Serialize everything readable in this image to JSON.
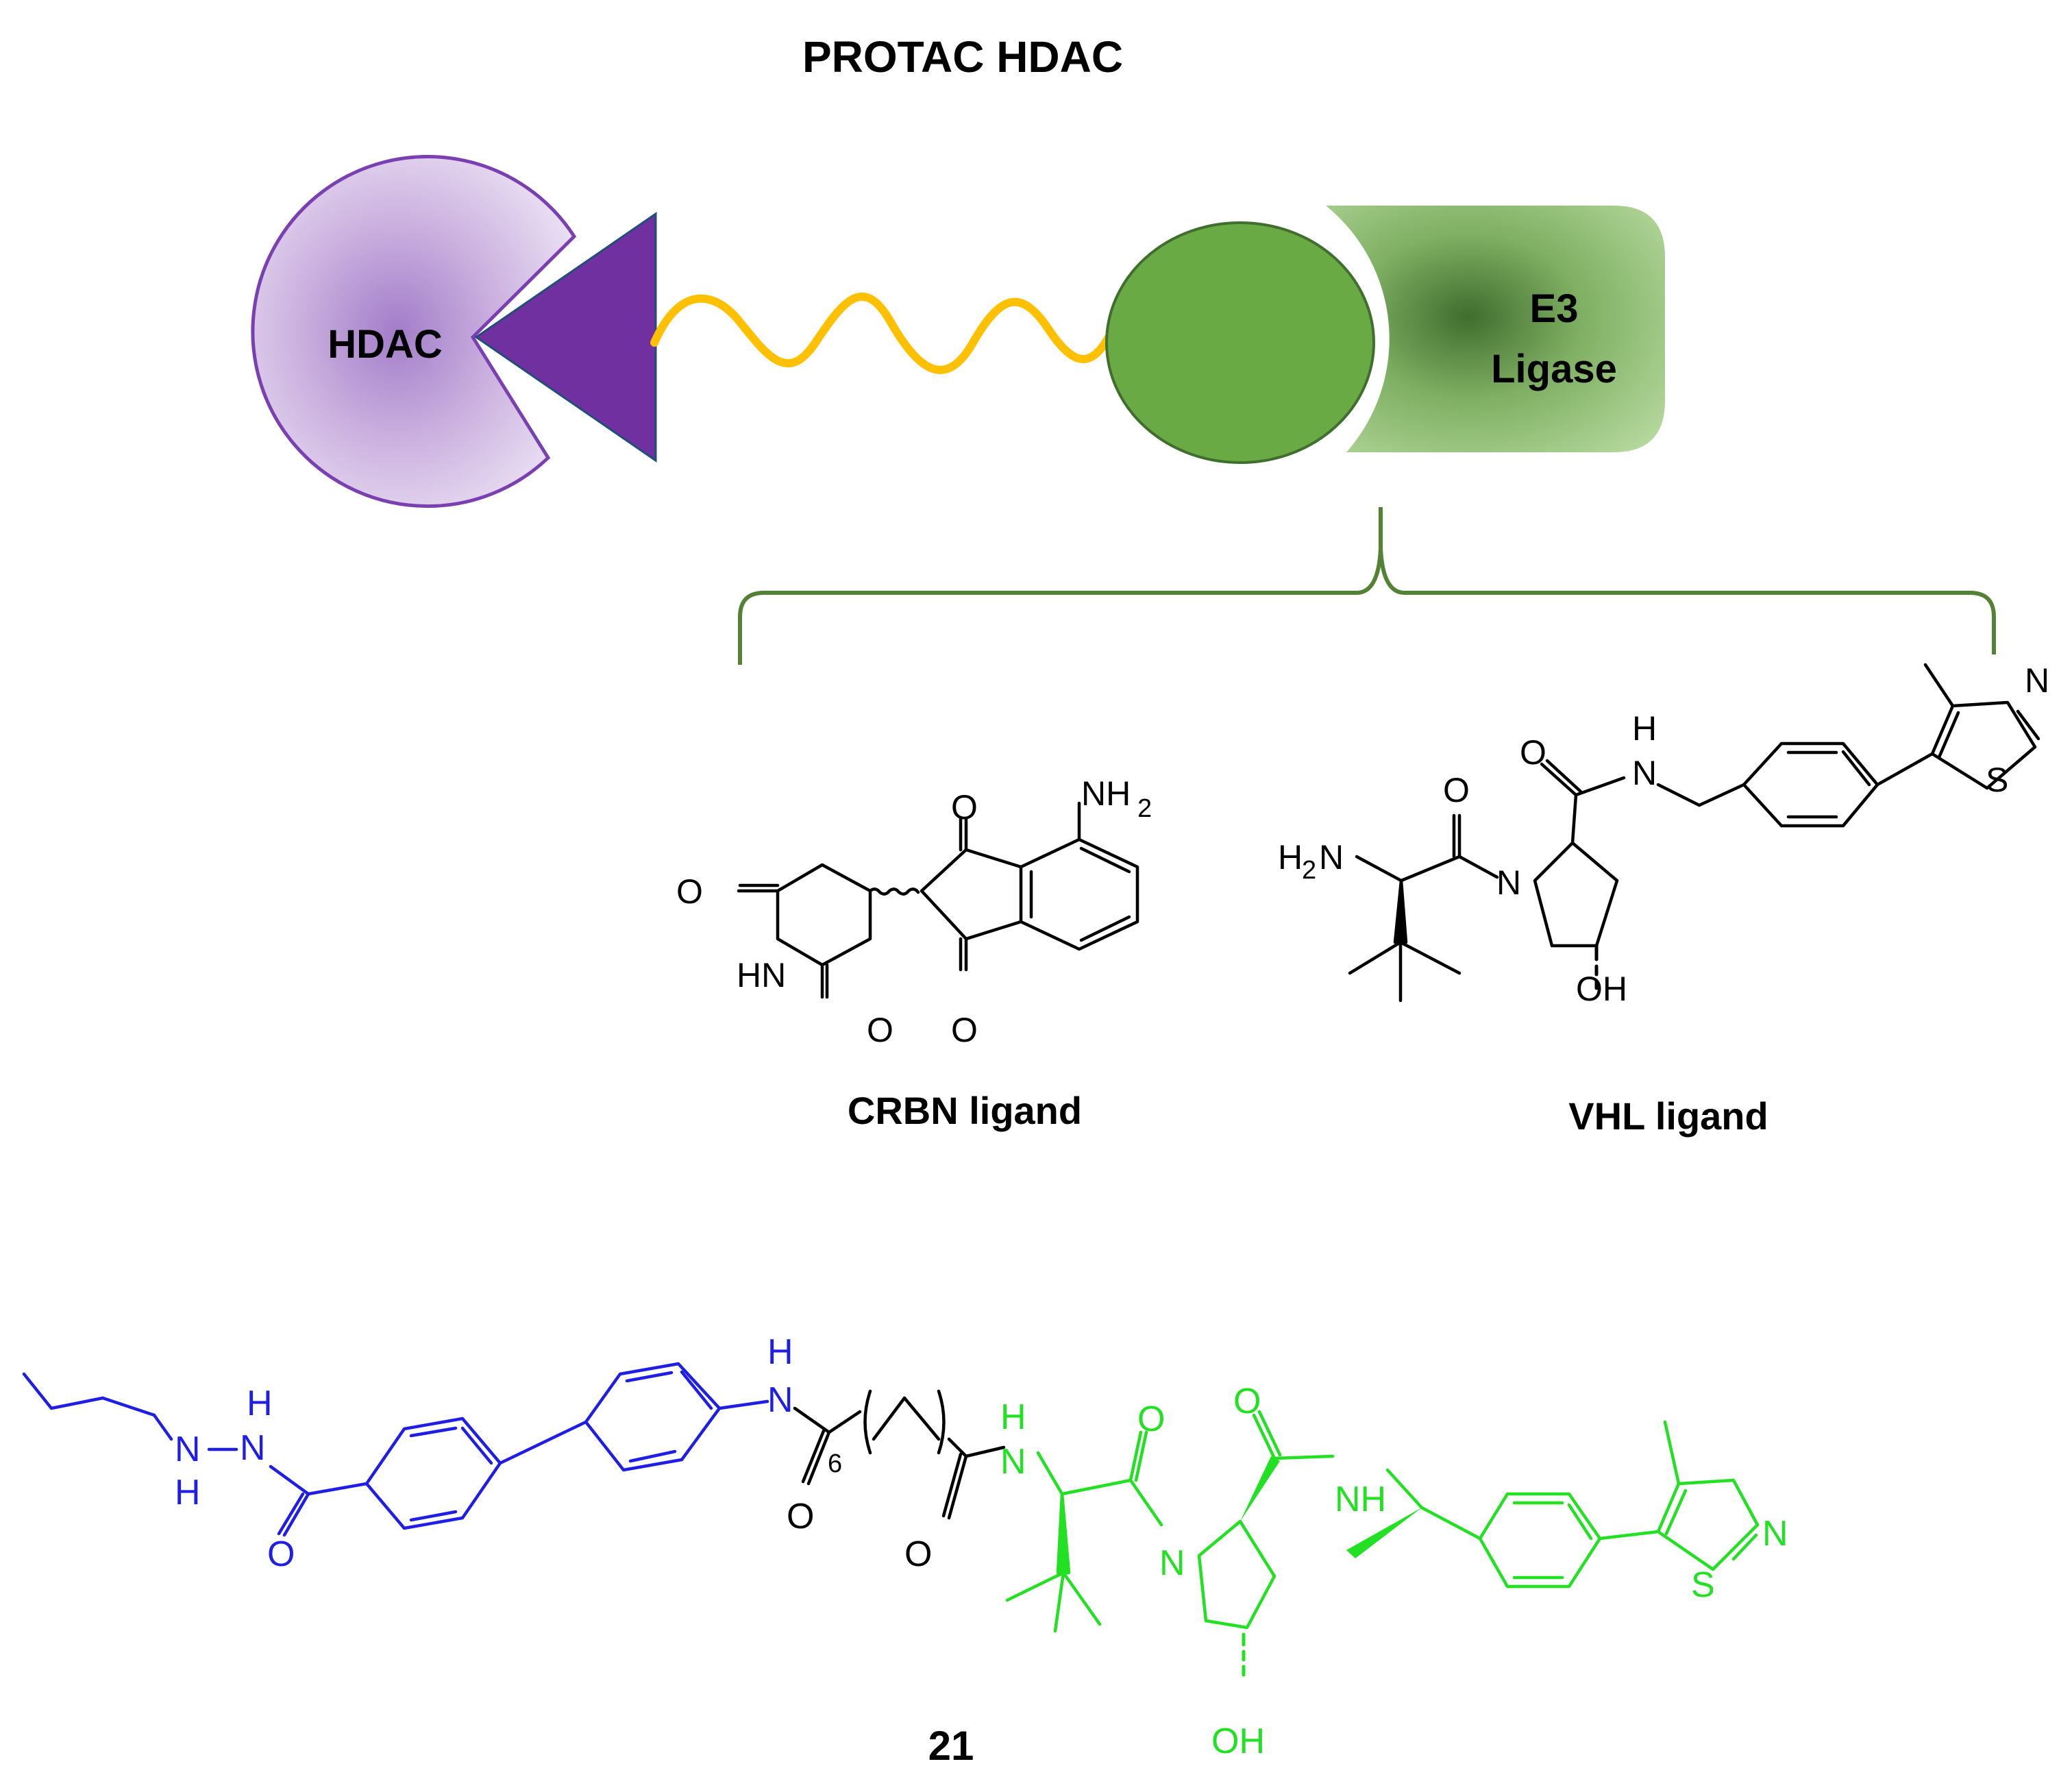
{
  "title": "PROTAC HDAC",
  "diagram": {
    "target_protein_label": "HDAC",
    "e3_label_line1": "E3",
    "e3_label_line2": "Ligase"
  },
  "ligands": {
    "crbn_label": "CRBN ligand",
    "vhl_label": "VHL ligand"
  },
  "compound": {
    "label": "21",
    "linker_repeat": "6"
  },
  "atoms": {
    "nh2": "NH",
    "nh2_sub": "2",
    "h2n": "H",
    "h2n_sub": "2",
    "h2n_n": "N",
    "o": "O",
    "n": "N",
    "h": "H",
    "hn": "HN",
    "nh": "NH",
    "s": "S",
    "oh": "OH"
  },
  "colors": {
    "hdac_fill": "#cdb4e0",
    "hdac_stroke": "#7a3fb0",
    "warhead": "#7030a0",
    "linker_wave": "#ffc000",
    "ligand_ball": "#6aaa45",
    "e3_fill": "#a9d08e",
    "e3_dark": "#3f6e2e",
    "bracket": "#548235",
    "hdac_inhibitor_part": "#1e1ee6",
    "vhl_part": "#22e022",
    "ink": "#000000"
  }
}
